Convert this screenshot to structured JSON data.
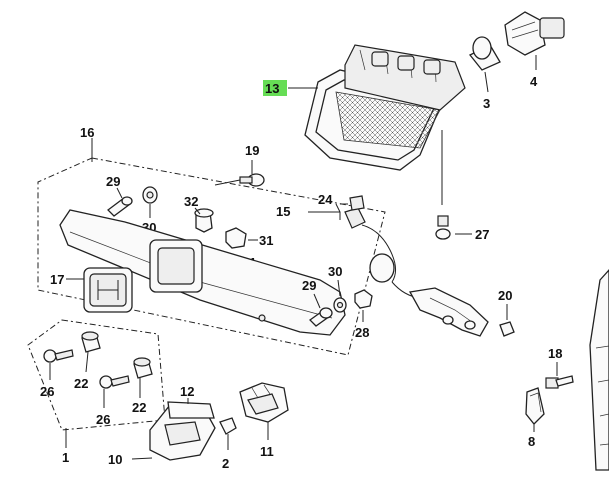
{
  "callouts": {
    "c1": "1",
    "c2": "2",
    "c3": "3",
    "c4": "4",
    "c8": "8",
    "c10": "10",
    "c11": "11",
    "c12": "12",
    "c13": "13",
    "c15": "15",
    "c16": "16",
    "c17": "17",
    "c18": "18",
    "c19": "19",
    "c20": "20",
    "c21": "21",
    "c22a": "22",
    "c22b": "22",
    "c24": "24",
    "c26a": "26",
    "c26b": "26",
    "c27": "27",
    "c28": "28",
    "c29a": "29",
    "c29b": "29",
    "c30a": "30",
    "c30b": "30",
    "c31": "31",
    "c32": "32"
  },
  "colors": {
    "highlight": "#66dd55"
  }
}
